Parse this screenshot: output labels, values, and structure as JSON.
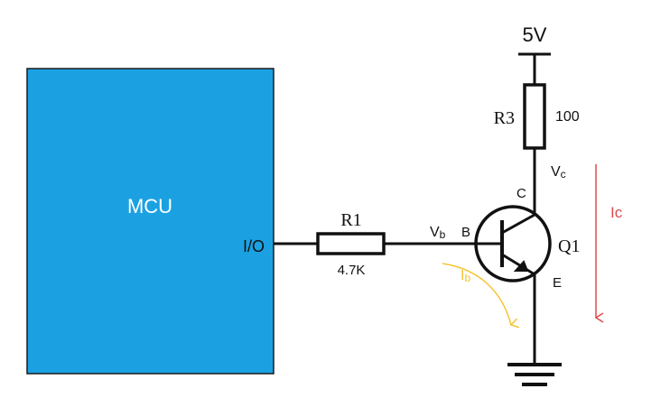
{
  "mcu": {
    "label": "MCU",
    "pin_label": "I/O",
    "fill_color": "#1BA1E2"
  },
  "r1": {
    "name": "R1",
    "value": "4.7K"
  },
  "r3": {
    "name": "R3",
    "value": "100"
  },
  "supply": {
    "label": "5V"
  },
  "transistor": {
    "name": "Q1",
    "base_pin": "B",
    "collector_pin": "C",
    "emitter_pin": "E",
    "base_voltage_main": "V",
    "base_voltage_sub": "b",
    "collector_voltage_main": "V",
    "collector_voltage_sub": "c"
  },
  "currents": {
    "ib_main": "I",
    "ib_sub": "b",
    "ib_color": "#F5C430",
    "ic_label": "Ic",
    "ic_color": "#E04A4A"
  },
  "icons": {
    "ground": "ground-icon",
    "transistor": "npn-transistor-icon"
  }
}
